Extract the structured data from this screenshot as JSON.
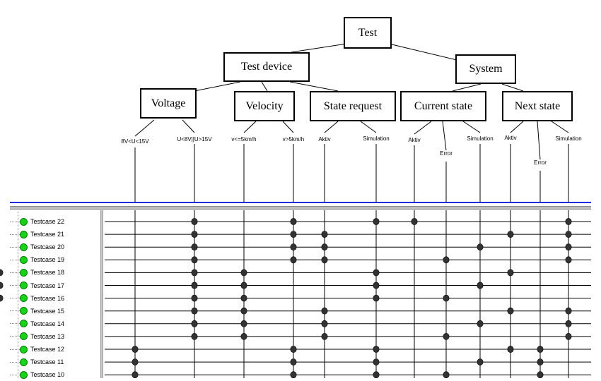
{
  "tree": {
    "root": "Test",
    "groups": [
      {
        "label": "Test device",
        "categories": [
          {
            "label": "Voltage",
            "leaves": [
              "8V<U<15V",
              "U<8V||U>15V"
            ]
          },
          {
            "label": "Velocity",
            "leaves": [
              "v<=5km/h",
              "v>5km/h"
            ]
          },
          {
            "label": "State request",
            "leaves": [
              "Aktiv",
              "Simulation"
            ]
          }
        ]
      },
      {
        "label": "System",
        "categories": [
          {
            "label": "Current state",
            "leaves": [
              "Aktiv",
              "Error",
              "Simulation"
            ]
          },
          {
            "label": "Next state",
            "leaves": [
              "Aktiv",
              "Error",
              "Simulation"
            ]
          }
        ]
      }
    ]
  },
  "testcases": [
    {
      "label": "Testcase 22",
      "marks": [
        2,
        4,
        6,
        7,
        12
      ]
    },
    {
      "label": "Testcase 21",
      "marks": [
        2,
        4,
        5,
        10,
        12
      ]
    },
    {
      "label": "Testcase 20",
      "marks": [
        2,
        4,
        5,
        9,
        12
      ]
    },
    {
      "label": "Testcase 19",
      "marks": [
        2,
        4,
        5,
        8,
        12
      ]
    },
    {
      "label": "Testcase 18",
      "marks": [
        2,
        3,
        6,
        10,
        13
      ]
    },
    {
      "label": "Testcase 17",
      "marks": [
        2,
        3,
        6,
        9,
        13
      ]
    },
    {
      "label": "Testcase 16",
      "marks": [
        2,
        3,
        6,
        8,
        13
      ]
    },
    {
      "label": "Testcase 15",
      "marks": [
        2,
        3,
        5,
        10,
        12
      ]
    },
    {
      "label": "Testcase 14",
      "marks": [
        2,
        3,
        5,
        9,
        12
      ]
    },
    {
      "label": "Testcase 13",
      "marks": [
        2,
        3,
        5,
        8,
        12
      ]
    },
    {
      "label": "Testcase 12",
      "marks": [
        1,
        4,
        6,
        10,
        11
      ]
    },
    {
      "label": "Testcase 11",
      "marks": [
        1,
        4,
        6,
        9,
        11
      ]
    },
    {
      "label": "Testcase 10",
      "marks": [
        1,
        4,
        6,
        8,
        11
      ]
    }
  ],
  "colors": {
    "separator": "#1f2bd6",
    "status_ok": "#18d418",
    "mark": "#333333"
  }
}
